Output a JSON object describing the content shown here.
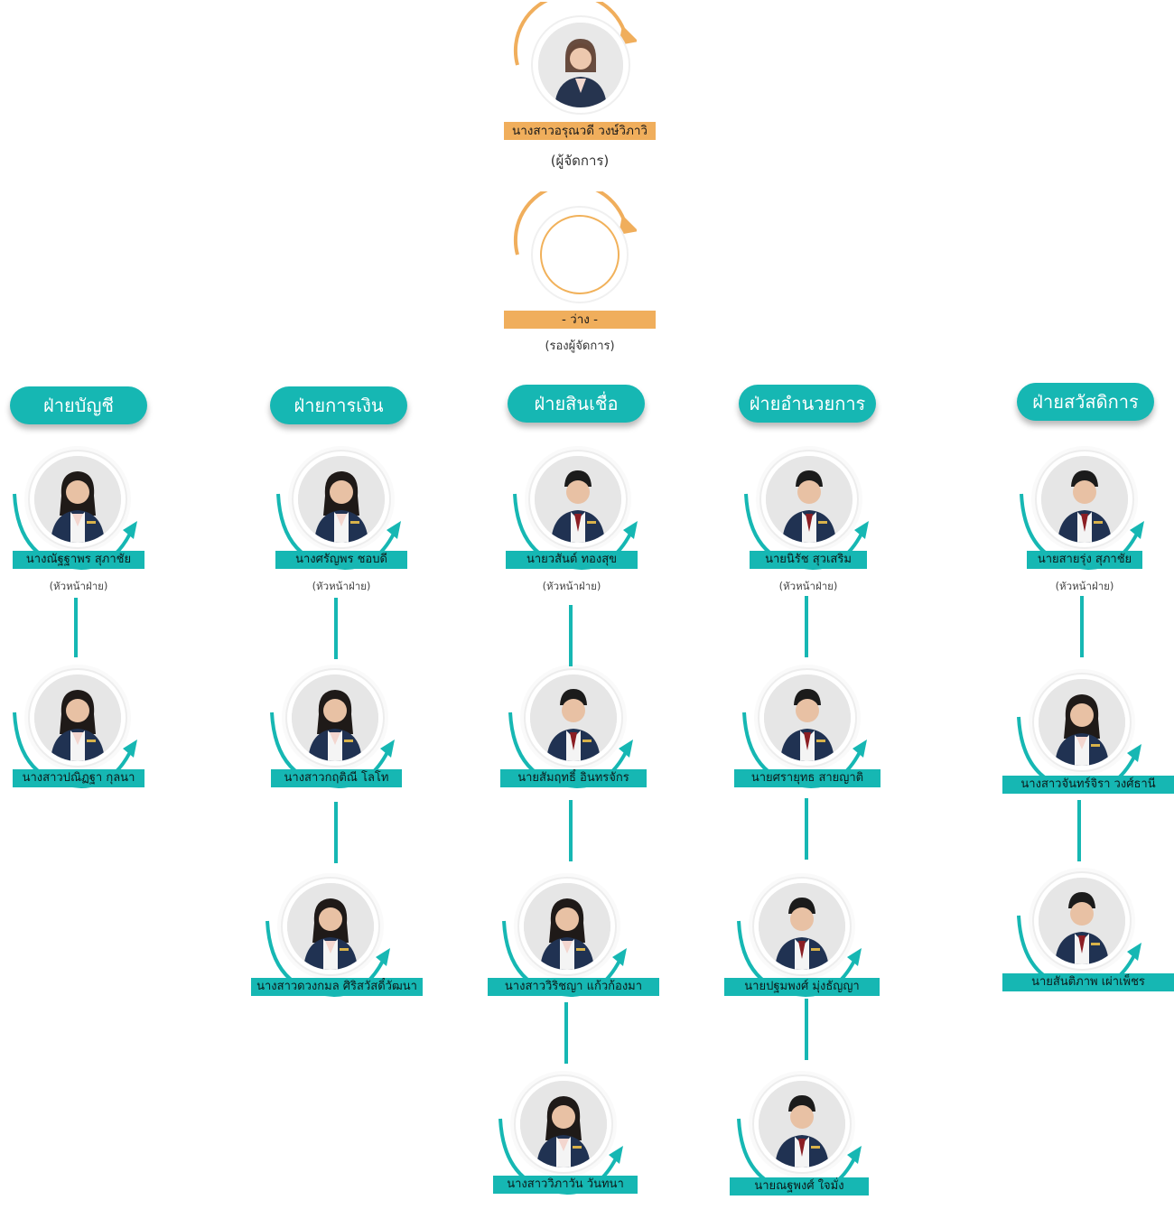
{
  "manager": {
    "name": "นางสาวอรุณวดี วงษ์วิภาวิ",
    "role": "(ผู้จัดการ)"
  },
  "deputy": {
    "name": "- ว่าง -",
    "role": "(รองผู้จัดการ)"
  },
  "departments": [
    {
      "title": "ฝ่ายบัญชี",
      "head": "นางณัฐฐาพร สุภาชัย",
      "head_role": "(หัวหน้าฝ่าย)",
      "members": [
        "นางสาวปณิฏฐา กุลนา"
      ]
    },
    {
      "title": "ฝ่ายการเงิน",
      "head": "นางศรัญพร ชอบดี",
      "head_role": "(หัวหน้าฝ่าย)",
      "members": [
        "นางสาวกฤติณี โลโท",
        "นางสาวดวงกมล ศิริสวัสดิ์วัฒนา"
      ]
    },
    {
      "title": "ฝ่ายสินเชื่อ",
      "head": "นายวสันต์ ทองสุข",
      "head_role": "(หัวหน้าฝ่าย)",
      "members": [
        "นายสัมฤทธิ์ อินทรจักร",
        "นางสาววิริชญา แก้วก้องมา",
        "นางสาววิภาวัน วันทนา"
      ]
    },
    {
      "title": "ฝ่ายอำนวยการ",
      "head": "นายนิรัช สุวเสริม",
      "head_role": "(หัวหน้าฝ่าย)",
      "members": [
        "นายศรายุทธ สายญาติ",
        "นายปฐมพงศ์ มุ่งธัญญา",
        "นายณฐพงศ์ ใจมั่ง"
      ]
    },
    {
      "title": "ฝ่ายสวัสดิการ",
      "head": "นายสายรุ่ง สุภาชัย",
      "head_role": "(หัวหน้าฝ่าย)",
      "members": [
        "นางสาวจันทร์จิรา วงศ์ธานี",
        "นายสันติภาพ เผ่าเพ็ชร"
      ]
    }
  ],
  "colors": {
    "teal": "#16b7b3",
    "orange": "#f0ae5c"
  }
}
